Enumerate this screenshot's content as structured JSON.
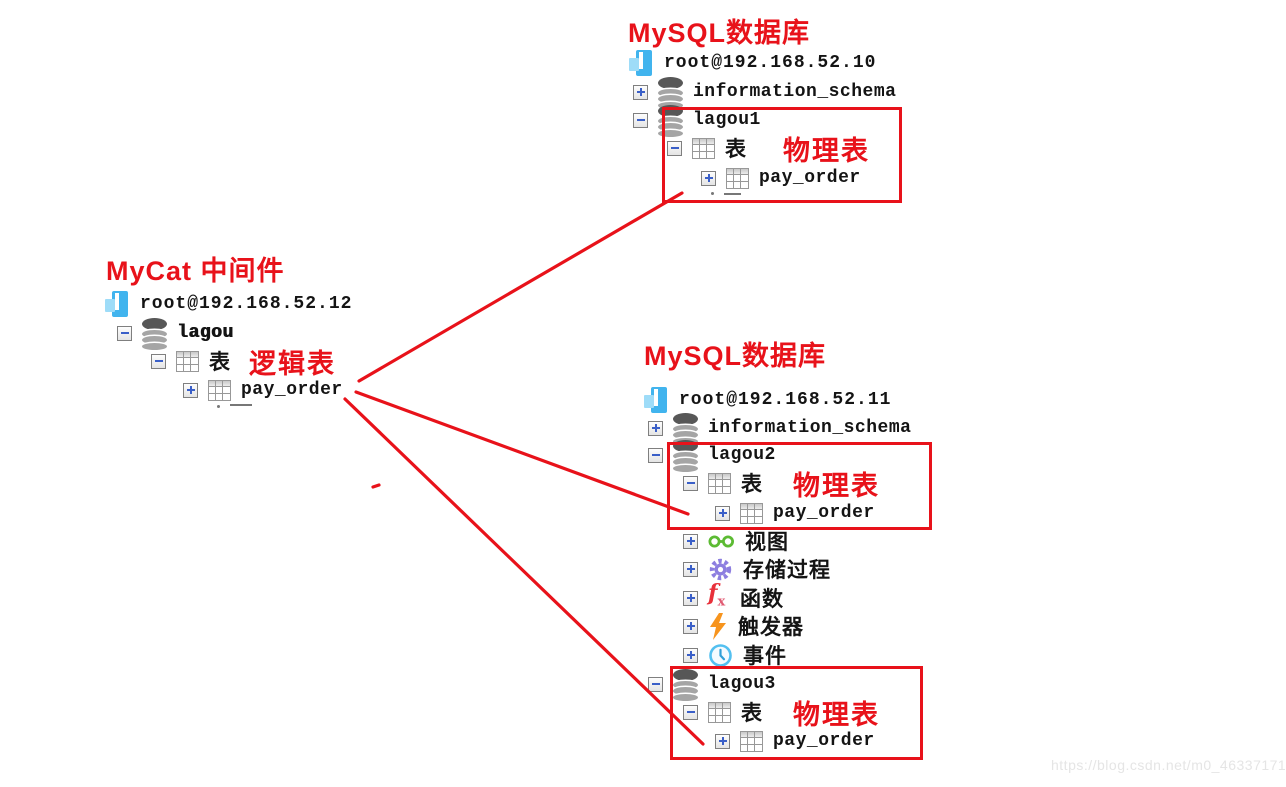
{
  "colors": {
    "accent_red": "#e8121a",
    "tree_text": "#141414",
    "connection_blue": "#41b4ee"
  },
  "watermark": "https://blog.csdn.net/m0_46337171",
  "mysql_top": {
    "title": "MySQL数据库",
    "rows": [
      {
        "label": "root@192.168.52.10",
        "icon": "connection"
      },
      {
        "label": "information_schema",
        "icon": "database",
        "state": "collapsed"
      },
      {
        "label": "lagou1",
        "icon": "database",
        "state": "expanded"
      },
      {
        "label": "表",
        "icon": "table",
        "state": "expanded",
        "annotation": "物理表"
      },
      {
        "label": "pay_order",
        "icon": "table",
        "state": "collapsed"
      }
    ]
  },
  "mycat": {
    "title": "MyCat 中间件",
    "rows": [
      {
        "label": "root@192.168.52.12",
        "icon": "connection"
      },
      {
        "label": "lagou",
        "icon": "database",
        "state": "expanded"
      },
      {
        "label": "表",
        "icon": "table",
        "state": "expanded",
        "annotation": "逻辑表"
      },
      {
        "label": "pay_order",
        "icon": "table",
        "state": "collapsed"
      }
    ]
  },
  "mysql_mid": {
    "title": "MySQL数据库",
    "rows": [
      {
        "label": "root@192.168.52.11",
        "icon": "connection"
      },
      {
        "label": "information_schema",
        "icon": "database",
        "state": "collapsed"
      },
      {
        "label": "lagou2",
        "icon": "database",
        "state": "expanded"
      },
      {
        "label": "表",
        "icon": "table",
        "state": "expanded",
        "annotation": "物理表"
      },
      {
        "label": "pay_order",
        "icon": "table",
        "state": "collapsed"
      },
      {
        "label": "视图",
        "icon": "views",
        "state": "collapsed"
      },
      {
        "label": "存储过程",
        "icon": "procedures",
        "state": "collapsed"
      },
      {
        "label": "函数",
        "icon": "functions",
        "state": "collapsed"
      },
      {
        "label": "触发器",
        "icon": "triggers",
        "state": "collapsed"
      },
      {
        "label": "事件",
        "icon": "events",
        "state": "collapsed"
      },
      {
        "label": "lagou3",
        "icon": "database",
        "state": "expanded"
      },
      {
        "label": "表",
        "icon": "table",
        "state": "expanded",
        "annotation": "物理表"
      },
      {
        "label": "pay_order",
        "icon": "table",
        "state": "collapsed"
      }
    ]
  }
}
